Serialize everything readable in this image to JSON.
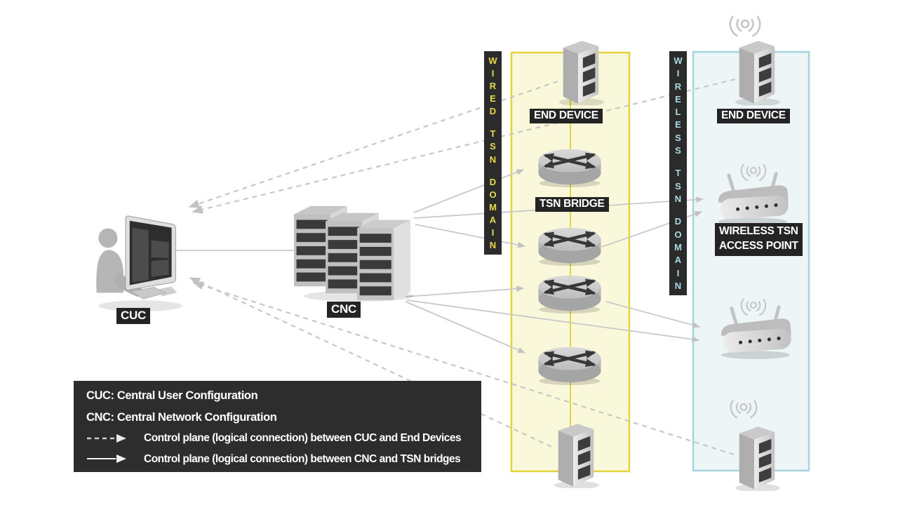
{
  "diagram": {
    "cuc": {
      "label": "CUC"
    },
    "cnc": {
      "label": "CNC"
    },
    "wired_domain": {
      "title": "WIRED TSN DOMAIN",
      "end_device_label": "END DEVICE",
      "bridge_label": "TSN BRIDGE",
      "bridge_count": 4,
      "end_device_count": 2
    },
    "wireless_domain": {
      "title": "WIRELESS TSN DOMAIN",
      "end_device_label": "END DEVICE",
      "ap_label_line1": "WIRELESS TSN",
      "ap_label_line2": "ACCESS POINT",
      "access_point_count": 2,
      "end_device_count": 2
    }
  },
  "legend": {
    "cuc_definition": "CUC: Central User Configuration",
    "cnc_definition": "CNC: Central Network Configuration",
    "dashed_meaning": "Control plane (logical connection) between CUC and End Devices",
    "solid_meaning": "Control plane (logical connection) between CNC and TSN bridges"
  },
  "colors": {
    "wired_accent": "#e4d33c",
    "wired_fill": "#faf8da",
    "wired_text": "#e9d94c",
    "wireless_accent": "#a6d4de",
    "wireless_fill": "#edf5f7",
    "wireless_text": "#a9dae4",
    "label_box_bg": "#242424",
    "legend_bg": "#2d2d2d",
    "connector_gray": "#c9c9c9",
    "device_gray": "#c4c4c4"
  }
}
